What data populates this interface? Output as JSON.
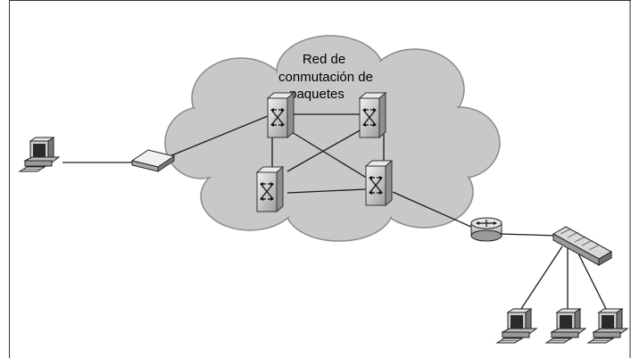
{
  "cloud": {
    "label_line1": "Red de",
    "label_line2": "conmutación de",
    "label_line3": "paquetes"
  },
  "devices": {
    "packet_switches": 4,
    "left_pc": "desktop-computer-icon",
    "access_device": "modem-icon",
    "router": "router-icon",
    "lan_switch": "network-hub-icon",
    "lan_pcs": 3
  },
  "colors": {
    "cloud_fill": "#c8c8c8",
    "cloud_stroke": "#8a8a8a",
    "device_face": "#d9d9d9",
    "line": "#1a1a1a"
  }
}
